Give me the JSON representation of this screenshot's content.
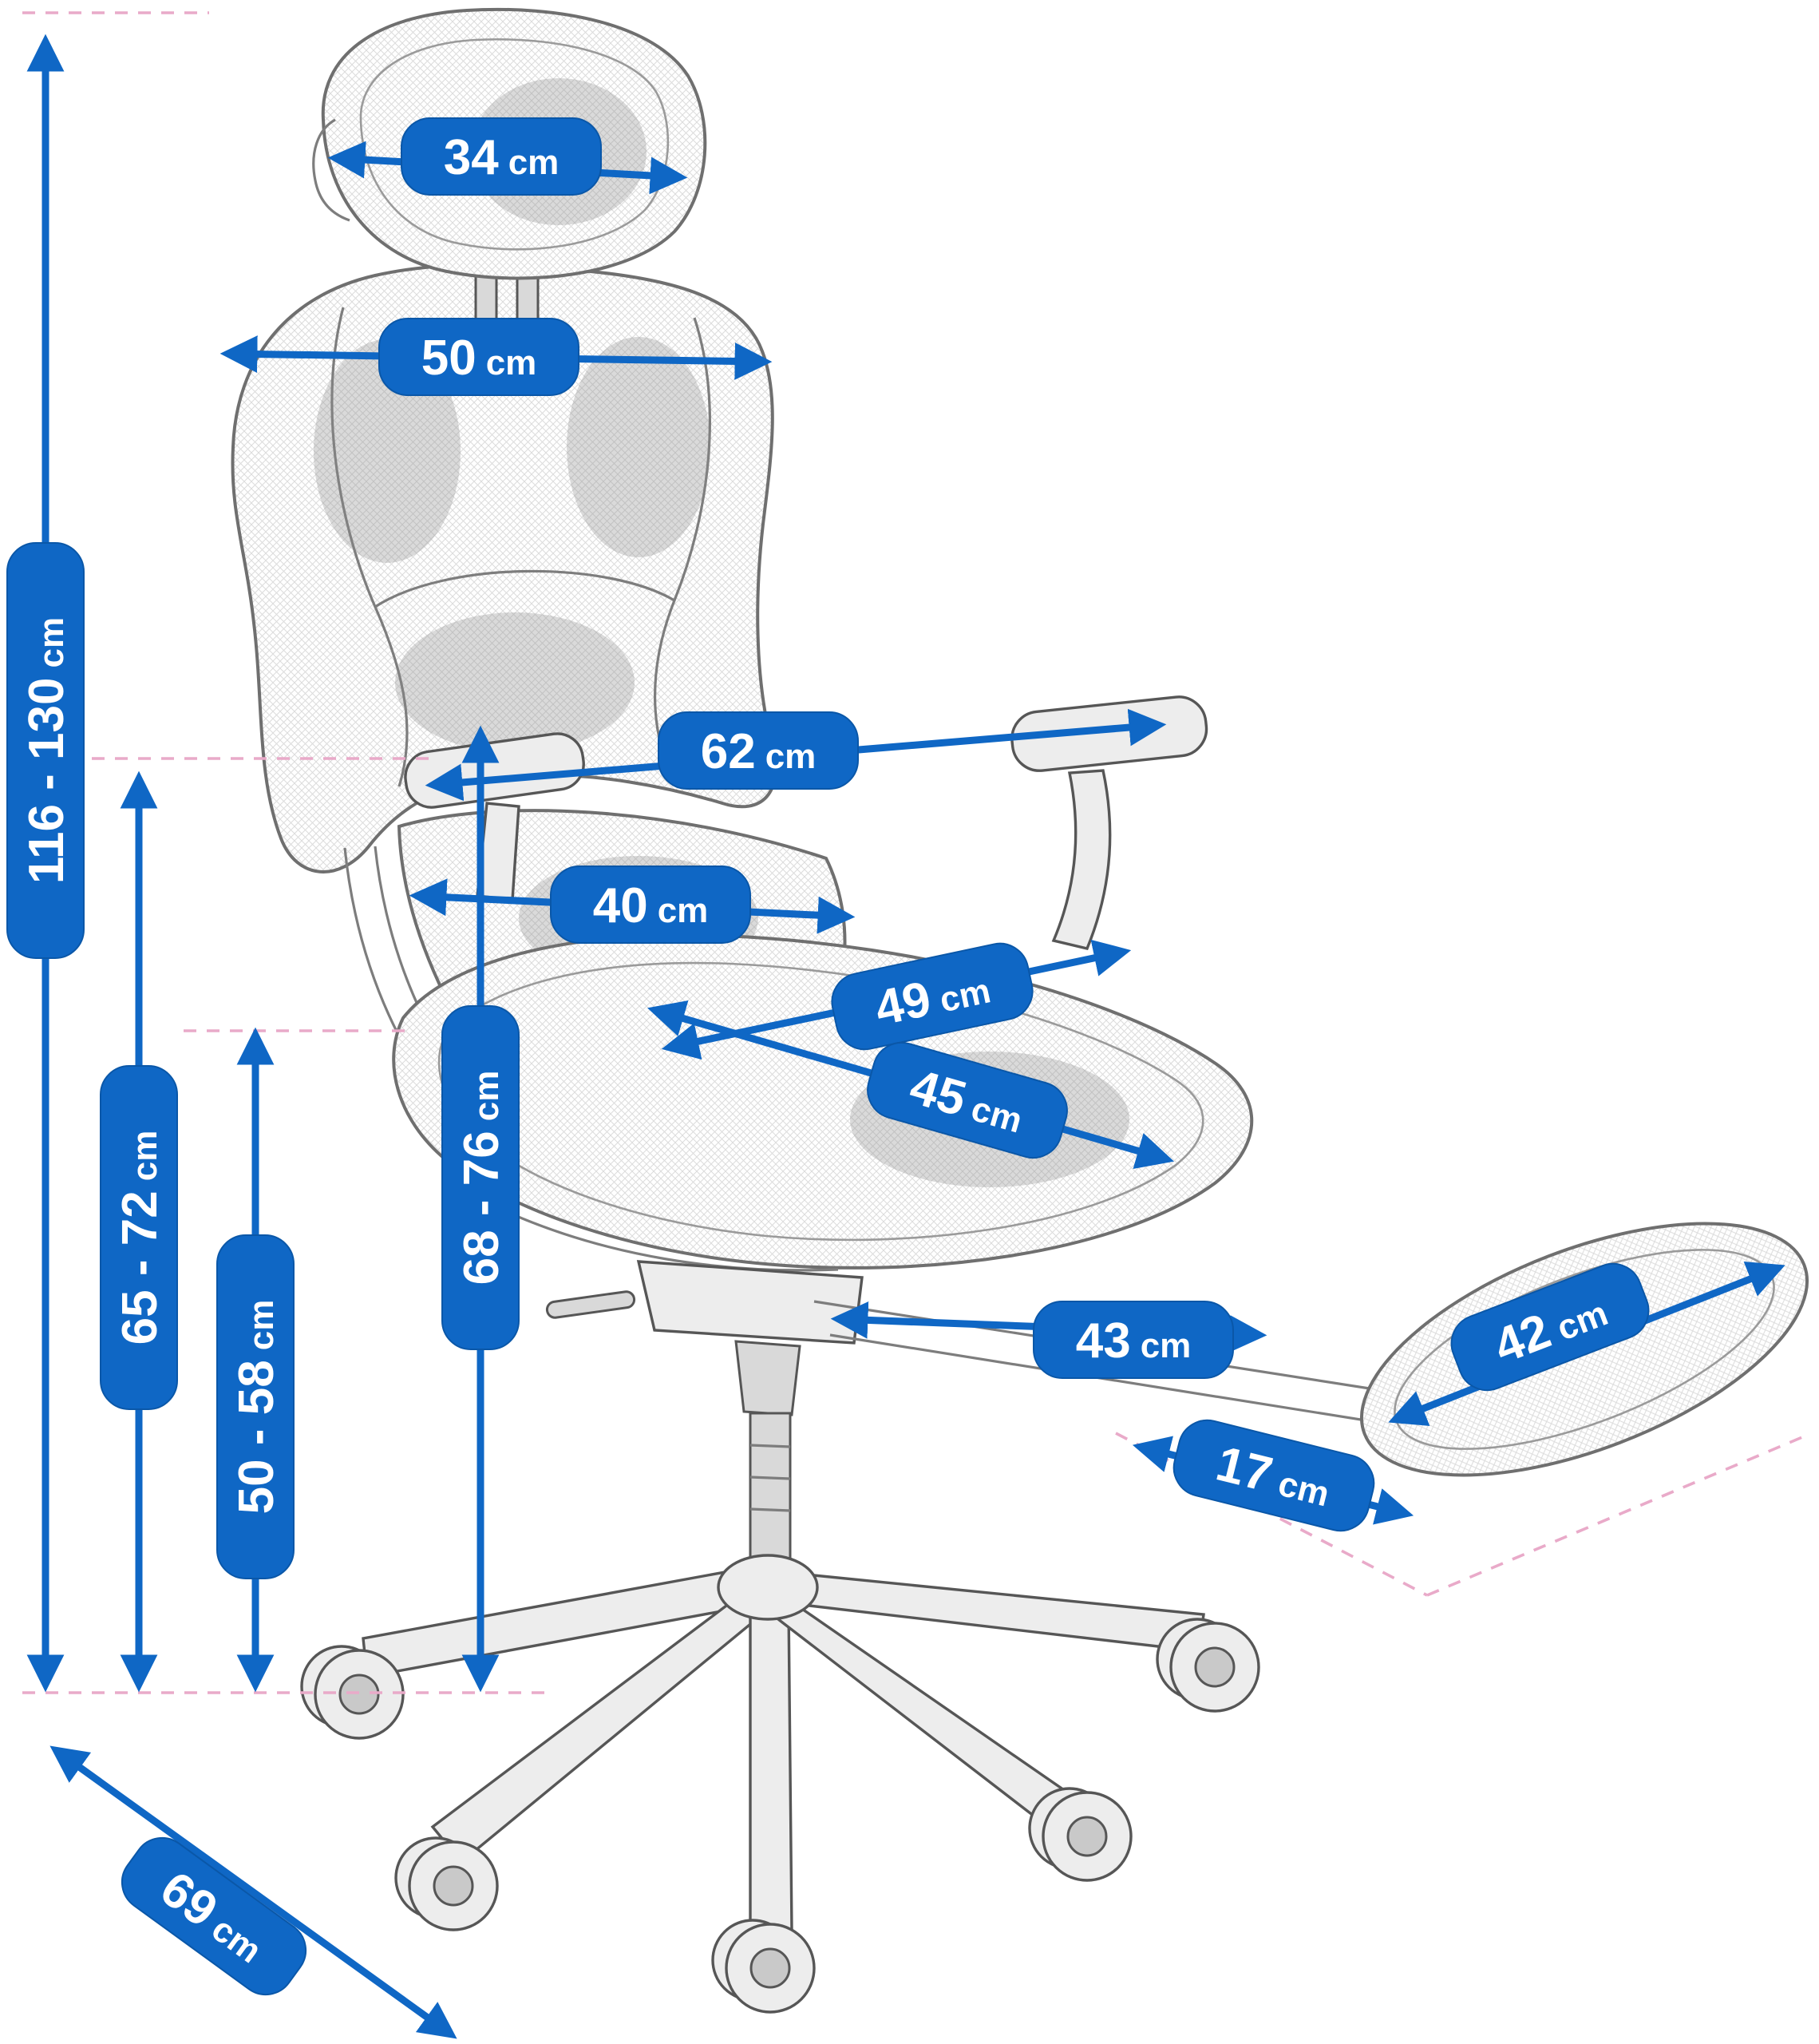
{
  "colors": {
    "dimension_blue": "#0f67c5",
    "badge_text": "#ffffff",
    "guide_pink": "#e9aac9",
    "sketch_gray": "#6f6f6f",
    "background": "#ffffff"
  },
  "measurements": {
    "headrest_width": {
      "value": "34",
      "unit": "cm"
    },
    "backrest_width": {
      "value": "50",
      "unit": "cm"
    },
    "overall_height": {
      "value": "116 - 130",
      "unit": "cm"
    },
    "armrest_span": {
      "value": "62",
      "unit": "cm"
    },
    "lumbar_width": {
      "value": "40",
      "unit": "cm"
    },
    "seat_width": {
      "value": "49",
      "unit": "cm"
    },
    "seat_depth": {
      "value": "45",
      "unit": "cm"
    },
    "backrest_height": {
      "value": "68 - 76",
      "unit": "cm"
    },
    "armrest_height": {
      "value": "65 - 72",
      "unit": "cm"
    },
    "seat_height": {
      "value": "50 - 58",
      "unit": "cm"
    },
    "footrest_reach": {
      "value": "43",
      "unit": "cm"
    },
    "footrest_length": {
      "value": "42",
      "unit": "cm"
    },
    "footrest_width": {
      "value": "17",
      "unit": "cm"
    },
    "base_depth": {
      "value": "69",
      "unit": "cm"
    }
  }
}
